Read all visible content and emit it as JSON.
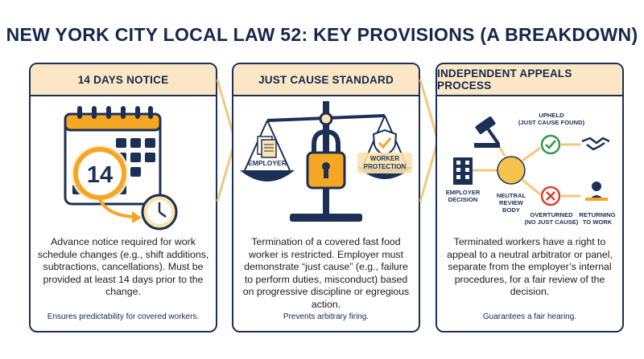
{
  "title": "NEW YORK CITY LOCAL LAW 52: KEY PROVISIONS (A BREAKDOWN)",
  "colors": {
    "navy": "#1c2f55",
    "accent_orange": "#f5a623",
    "header_bg": "#fbe7c6",
    "green": "#2e9a4b",
    "red": "#d9402b"
  },
  "cards": [
    {
      "heading": "14 DAYS NOTICE",
      "illustration": {
        "calendar_number": "14",
        "icons": [
          "calendar-icon",
          "clock-icon"
        ]
      },
      "body": "Advance notice required for work schedule changes (e.g., shift additions, subtractions, cancellations). Must be provided at least 14 days prior to the change.",
      "footer": "Ensures predictability for covered workers."
    },
    {
      "heading": "JUST CAUSE STANDARD",
      "illustration": {
        "left_pan": "EMPLOYER",
        "right_pan_line1": "WORKER",
        "right_pan_line2": "PROTECTION",
        "icons": [
          "scale-icon",
          "padlock-icon",
          "shield-check-icon",
          "documents-icon"
        ]
      },
      "body": "Termination of a covered fast food worker is restricted. Employer must demonstrate “just cause” (e.g., failure to perform duties, misconduct) based on progressive discipline or egregious action.",
      "footer": "Prevents arbitrary firing."
    },
    {
      "heading": "INDEPENDENT APPEALS PROCESS",
      "illustration": {
        "start_line1": "EMPLOYER",
        "start_line2": "DECISION",
        "middle_line1": "NEUTRAL",
        "middle_line2": "REVIEW",
        "middle_line3": "BODY",
        "upheld_line1": "UPHELD",
        "upheld_line2": "(JUST CAUSE FOUND)",
        "overturned_line1": "OVERTURNED",
        "overturned_line2": "(NO JUST CAUSE)",
        "returning_line1": "RETURNING",
        "returning_line2": "TO WORK",
        "icons": [
          "gavel-icon",
          "building-icon",
          "check-icon",
          "x-icon",
          "handshake-icon",
          "worker-laptop-icon"
        ]
      },
      "body": "Terminated workers have a right to appeal to a neutral arbitrator or panel, separate from the employer’s internal procedures, for a fair review of the decision.",
      "footer": "Guarantees a fair hearing."
    }
  ]
}
